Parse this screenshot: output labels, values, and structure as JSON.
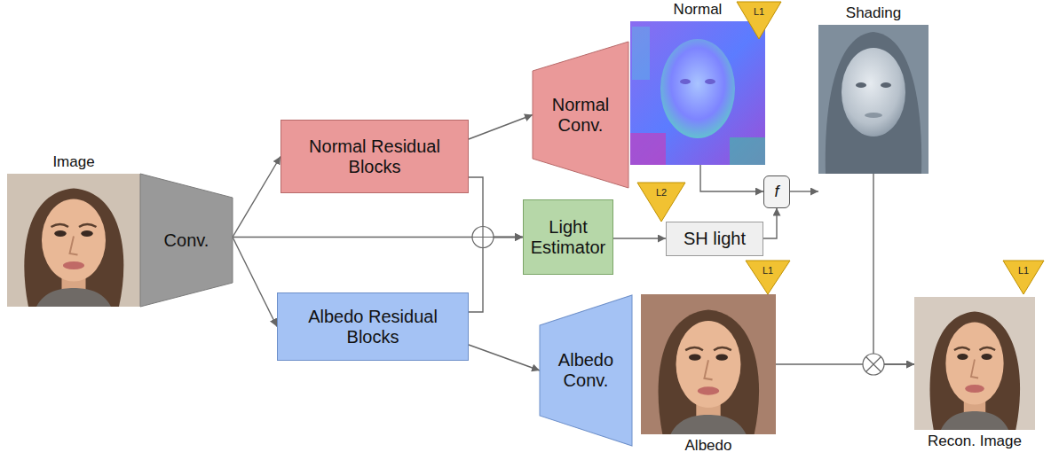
{
  "diagram": {
    "nodes": [
      {
        "text": [
          "Image"
        ]
      },
      {
        "text": [
          "Conv."
        ]
      },
      {
        "text": [
          "Normal Residual Blocks"
        ]
      },
      {
        "text": [
          "Albedo Residual Blocks"
        ]
      },
      {
        "text": [
          "Normal Conv."
        ]
      },
      {
        "text": [
          "Normal"
        ]
      },
      {
        "text": [
          "L1"
        ]
      },
      {
        "text": [
          "Light Estimator"
        ]
      },
      {
        "text": [
          "L2"
        ]
      },
      {
        "text": [
          "SH light"
        ]
      },
      {
        "text": [
          "f"
        ]
      },
      {
        "text": [
          "Shading"
        ]
      },
      {
        "text": [
          "Albedo Conv."
        ]
      },
      {
        "text": [
          "Albedo"
        ]
      },
      {
        "text": [
          "L1"
        ]
      },
      {
        "text": [
          "Recon. Image"
        ]
      },
      {
        "text": [
          "L1"
        ]
      }
    ],
    "edges": [
      {
        "from": 1,
        "to": 2,
        "arrow": "to"
      },
      {
        "from": 1,
        "to": 3,
        "arrow": "to"
      },
      {
        "from": 1,
        "to": 7,
        "arrow": "to"
      },
      {
        "from": 2,
        "to": 7,
        "arrow": "to"
      },
      {
        "from": 3,
        "to": 7,
        "arrow": "to"
      },
      {
        "from": 2,
        "to": 4,
        "arrow": "to"
      },
      {
        "from": 3,
        "to": 12,
        "arrow": "to"
      },
      {
        "from": 5,
        "to": 10,
        "arrow": "to"
      },
      {
        "from": 7,
        "to": 9,
        "arrow": "to"
      },
      {
        "from": 9,
        "to": 10,
        "arrow": "to"
      },
      {
        "from": 10,
        "to": 11,
        "arrow": "to"
      },
      {
        "from": 11,
        "to": 15,
        "arrow": "to"
      },
      {
        "from": 13,
        "to": 15,
        "arrow": "to"
      }
    ]
  }
}
